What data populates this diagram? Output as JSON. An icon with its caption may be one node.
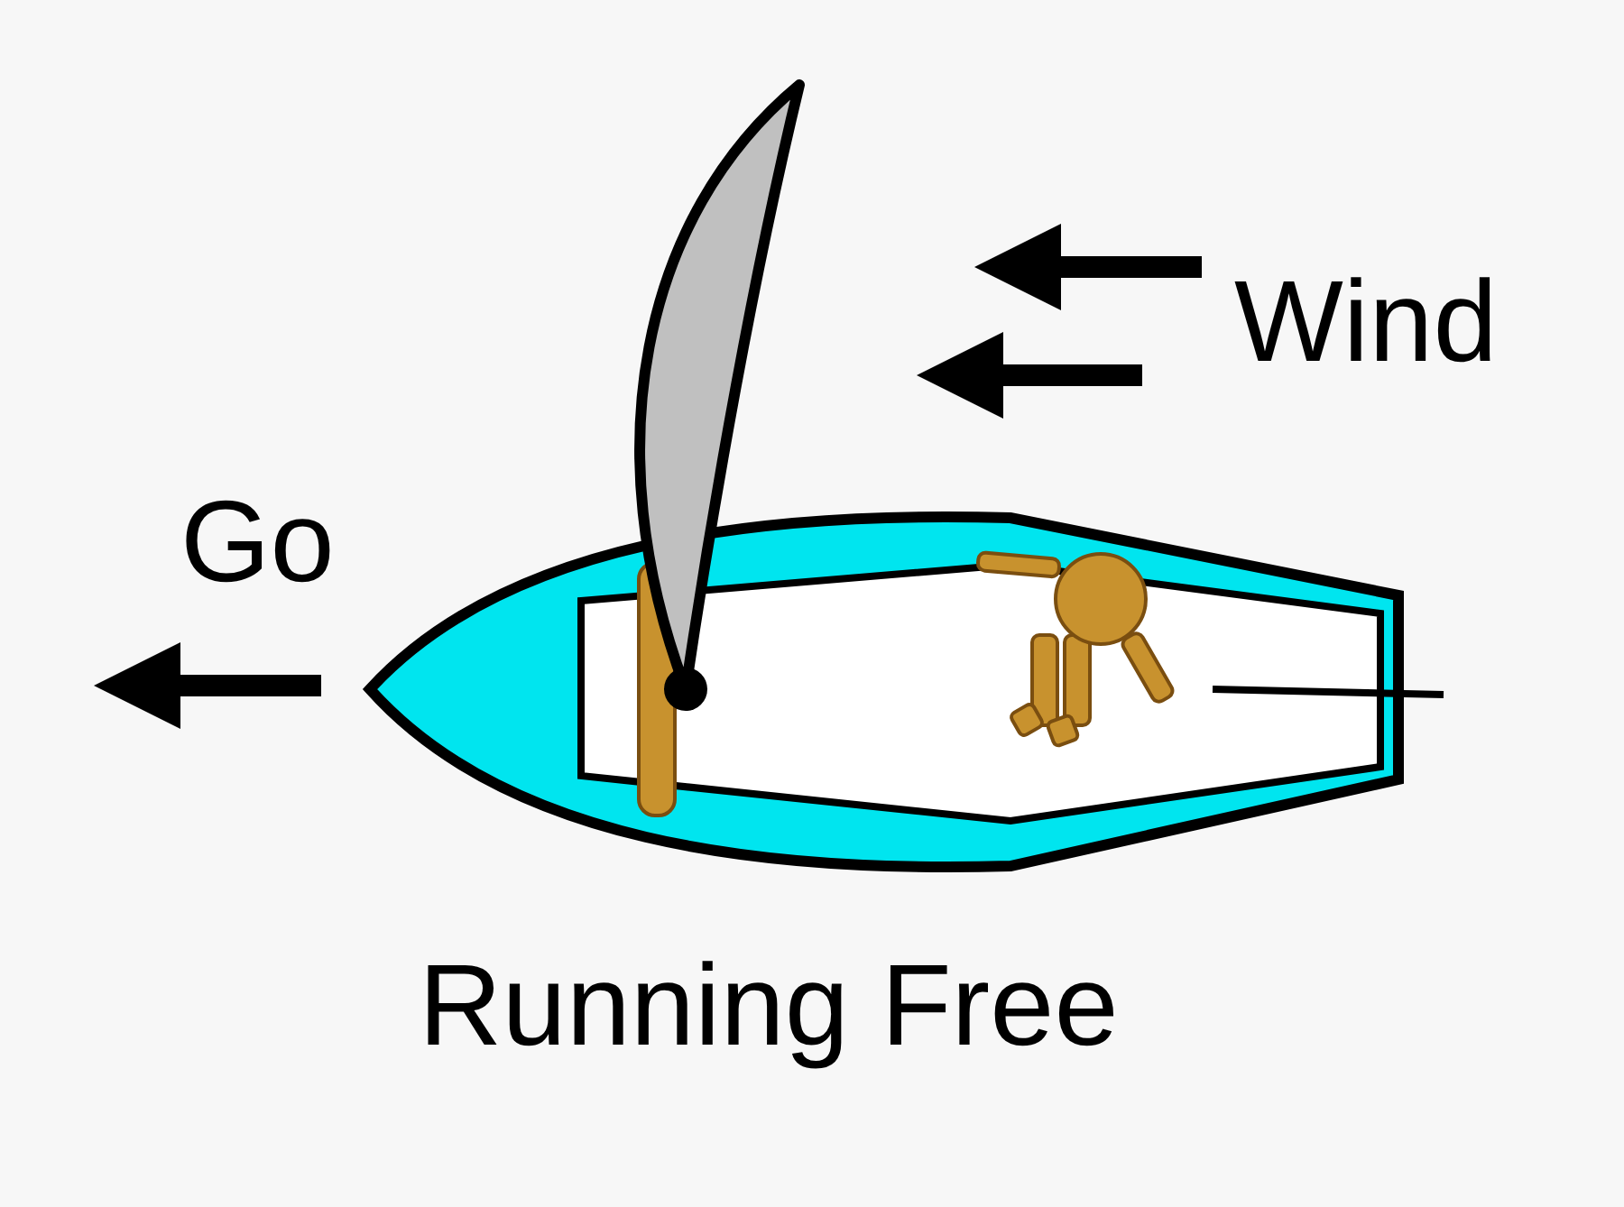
{
  "diagram": {
    "caption": "Running Free",
    "labels": [
      "Wind",
      "Go"
    ]
  }
}
